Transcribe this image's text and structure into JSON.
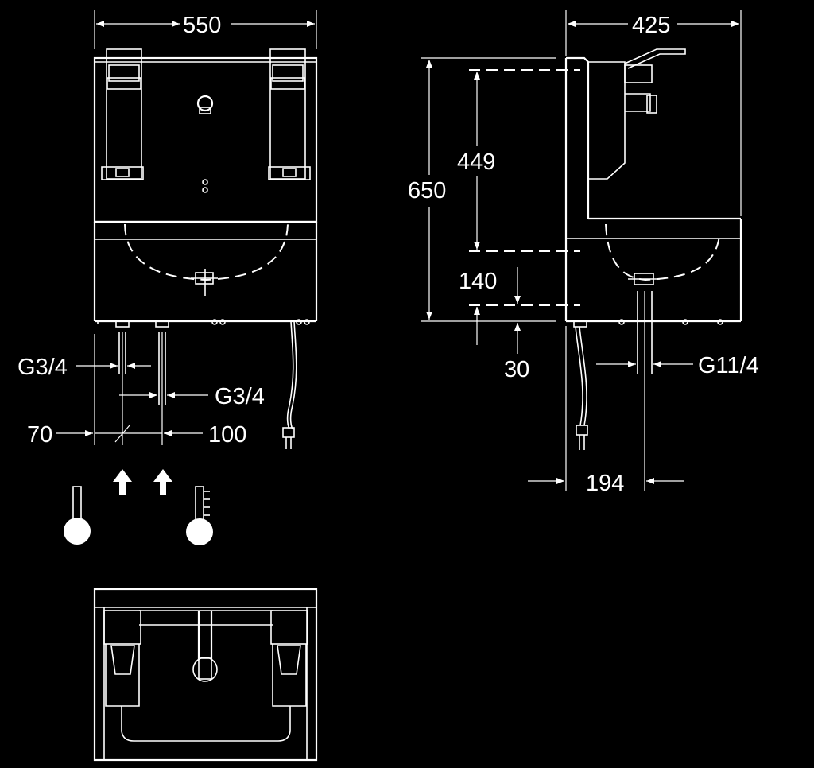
{
  "front_view": {
    "width_dim": "550",
    "inlet_left_dim": "G3/4",
    "inlet_right_dim": "G3/4",
    "offset_left_dim": "70",
    "offset_right_dim": "100",
    "cold_icon": "thermometer-cold-icon",
    "hot_icon": "thermometer-hot-icon",
    "flow_icon": "up-arrow-icon"
  },
  "side_view": {
    "depth_dim": "425",
    "height_dim": "650",
    "upper_dim": "449",
    "basin_dim": "140",
    "base_dim": "30",
    "drain_dim": "G11/4",
    "drain_offset_dim": "194"
  }
}
